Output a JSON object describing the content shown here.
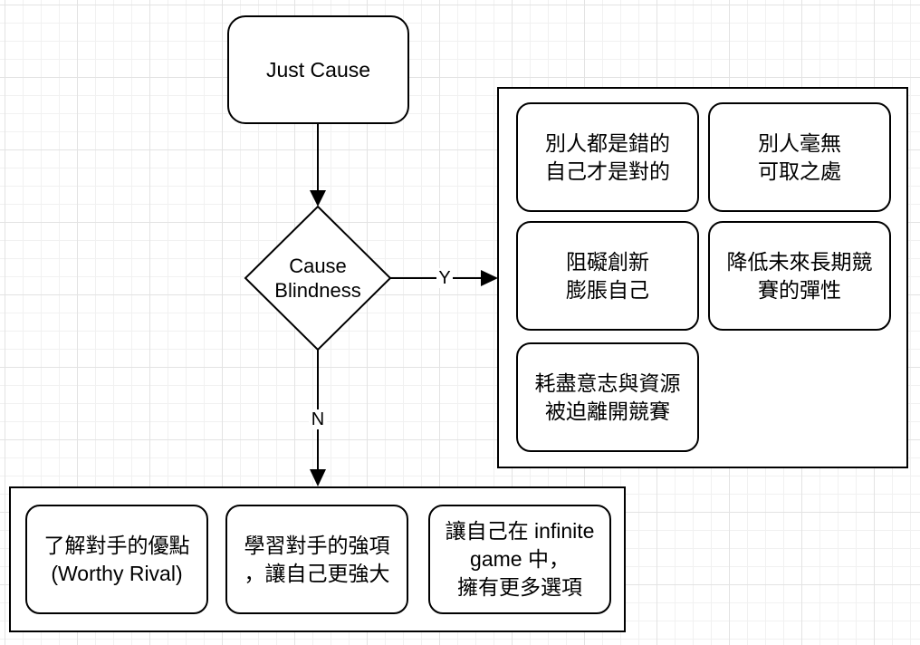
{
  "start": {
    "label": "Just Cause"
  },
  "decision": {
    "label": "Cause\nBlindness"
  },
  "edges": {
    "yes_label": "Y",
    "no_label": "N"
  },
  "yes_group": {
    "items": [
      {
        "label": "別人都是錯的\n自己才是對的"
      },
      {
        "label": "別人毫無\n可取之處"
      },
      {
        "label": "阻礙創新\n膨脹自己"
      },
      {
        "label": "降低未來長期競\n賽的彈性"
      },
      {
        "label": "耗盡意志與資源\n被迫離開競賽"
      }
    ]
  },
  "no_group": {
    "items": [
      {
        "label": "了解對手的優點\n(Worthy Rival)"
      },
      {
        "label": "學習對手的強項\n，讓自己更強大"
      },
      {
        "label": "讓自己在 infinite\ngame 中，\n擁有更多選項"
      }
    ]
  }
}
